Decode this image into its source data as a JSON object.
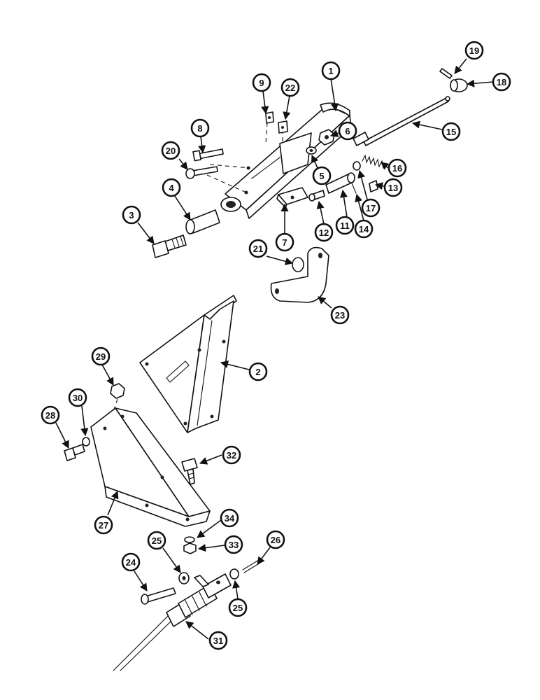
{
  "diagram": {
    "callouts": [
      {
        "label": "1"
      },
      {
        "label": "2"
      },
      {
        "label": "3"
      },
      {
        "label": "4"
      },
      {
        "label": "5"
      },
      {
        "label": "6"
      },
      {
        "label": "7"
      },
      {
        "label": "8"
      },
      {
        "label": "9"
      },
      {
        "label": "11"
      },
      {
        "label": "12"
      },
      {
        "label": "13"
      },
      {
        "label": "14"
      },
      {
        "label": "15"
      },
      {
        "label": "16"
      },
      {
        "label": "17"
      },
      {
        "label": "18"
      },
      {
        "label": "19"
      },
      {
        "label": "20"
      },
      {
        "label": "21"
      },
      {
        "label": "22"
      },
      {
        "label": "23"
      },
      {
        "label": "24"
      },
      {
        "label": "25"
      },
      {
        "label": "25"
      },
      {
        "label": "26"
      },
      {
        "label": "27"
      },
      {
        "label": "28"
      },
      {
        "label": "29"
      },
      {
        "label": "30"
      },
      {
        "label": "31"
      },
      {
        "label": "32"
      },
      {
        "label": "33"
      },
      {
        "label": "34"
      }
    ]
  }
}
